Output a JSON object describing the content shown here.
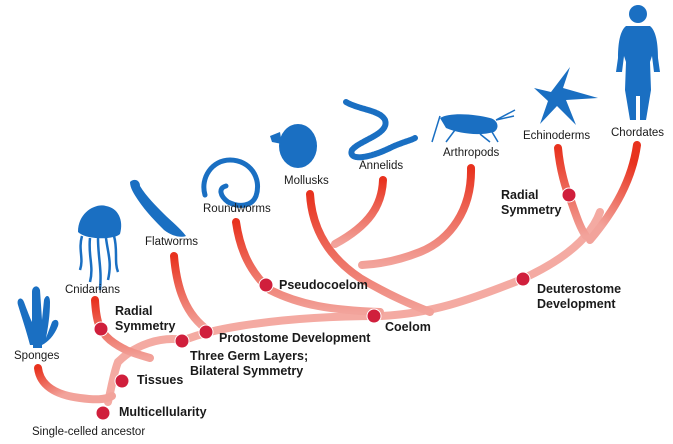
{
  "title": "Animal phylogenetic tree",
  "colors": {
    "animal": "#1a6fc2",
    "node": "#d01f3c",
    "branch_trunk": "#f2a39b",
    "branch_tip": "#e8321e"
  },
  "root": {
    "label": "Single-celled ancestor"
  },
  "taxa": [
    {
      "id": "sponges",
      "label": "Sponges",
      "icon": "sponge-icon"
    },
    {
      "id": "cnidarians",
      "label": "Cnidarians",
      "icon": "jellyfish-icon"
    },
    {
      "id": "flatworms",
      "label": "Flatworms",
      "icon": "flatworm-icon"
    },
    {
      "id": "roundworms",
      "label": "Roundworms",
      "icon": "roundworm-icon"
    },
    {
      "id": "mollusks",
      "label": "Mollusks",
      "icon": "shell-icon"
    },
    {
      "id": "annelids",
      "label": "Annelids",
      "icon": "segmented-worm-icon"
    },
    {
      "id": "arthropods",
      "label": "Arthropods",
      "icon": "grasshopper-icon"
    },
    {
      "id": "echinoderms",
      "label": "Echinoderms",
      "icon": "starfish-icon"
    },
    {
      "id": "chordates",
      "label": "Chordates",
      "icon": "human-icon"
    }
  ],
  "traits": [
    {
      "id": "multicellularity",
      "label": "Multicellularity"
    },
    {
      "id": "tissues",
      "label": "Tissues"
    },
    {
      "id": "radial-symmetry-cnidarians",
      "label": "Radial\nSymmetry"
    },
    {
      "id": "three-germ-layers",
      "label": "Three Germ Layers;\nBilateral Symmetry"
    },
    {
      "id": "protostome-development",
      "label": "Protostome Development"
    },
    {
      "id": "pseudocoelom",
      "label": "Pseudocoelom"
    },
    {
      "id": "coelom",
      "label": "Coelom"
    },
    {
      "id": "deuterostome-development",
      "label": "Deuterostome\nDevelopment"
    },
    {
      "id": "radial-symmetry-echinoderms",
      "label": "Radial\nSymmetry"
    }
  ]
}
